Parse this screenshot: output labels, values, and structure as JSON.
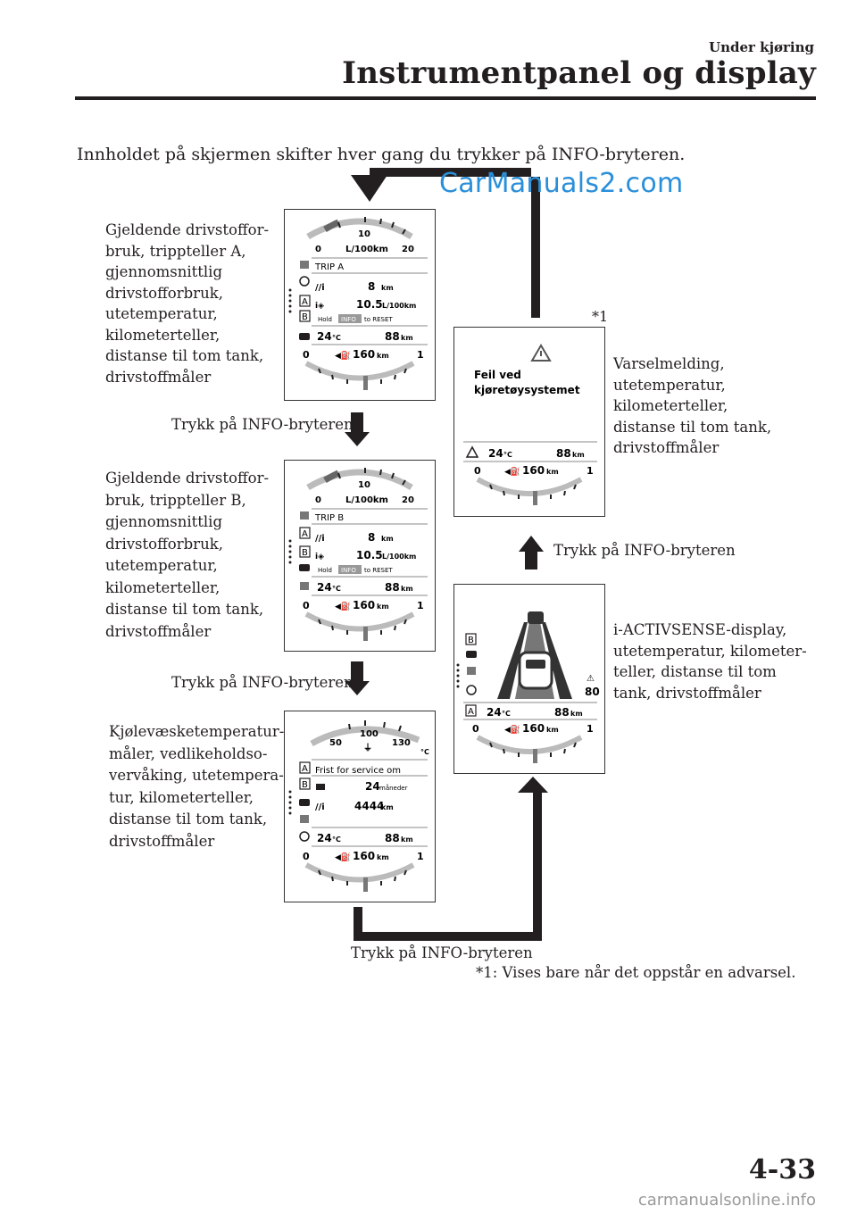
{
  "header": {
    "section": "Under kjøring",
    "title": "Instrumentpanel og display"
  },
  "intro": "Innholdet på skjermen skifter hver gang du trykker på INFO-bryteren.",
  "watermark": "CarManuals2.com",
  "descriptions": {
    "trip_a": [
      "Gjeldende drivstoffor-",
      "bruk, trippteller A,",
      "gjennomsnittlig",
      "drivstofforbruk,",
      "utetemperatur,",
      "kilometerteller,",
      "distanse til tom tank,",
      "drivstoffmåler"
    ],
    "trip_b": [
      "Gjeldende drivstoffor-",
      "bruk, trippteller B,",
      "gjennomsnittlig",
      "drivstofforbruk,",
      "utetemperatur,",
      "kilometerteller,",
      "distanse til tom tank,",
      "drivstoffmåler"
    ],
    "coolant": [
      "Kjølevæsketemperatur-",
      "måler, vedlikeholdso-",
      "vervåking, utetempera-",
      "tur, kilometerteller,",
      "distanse til tom tank,",
      "drivstoffmåler"
    ],
    "warning": [
      "Varselmelding,",
      "utetemperatur,",
      "kilometerteller,",
      "distanse til tom tank,",
      "drivstoffmåler"
    ],
    "iactivsense": [
      "i-ACTIVSENSE-display,",
      "utetemperatur, kilometer-",
      "teller, distanse til tom",
      "tank, drivstoffmåler"
    ]
  },
  "press_label": "Trykk på INFO-bryteren",
  "footnote_marker": "*1",
  "footnote": "*1: Vises bare når det oppstår en advarsel.",
  "page_number": "4-33",
  "footer_site": "carmanualsonline.info",
  "displays": {
    "gauge_low": "0",
    "gauge_mid": "10",
    "gauge_high": "20",
    "gauge_unit": "L/100km",
    "trip_a_label": "TRIP A",
    "trip_b_label": "TRIP B",
    "trip_km": "8",
    "km_unit": "km",
    "avg_value": "10.5",
    "avg_unit": "L/100km",
    "hold_text": "Hold",
    "info_text": "INFO",
    "reset_text": "to RESET",
    "outside_temp": "24",
    "temp_unit": "°C",
    "odometer": "88",
    "range": "160",
    "fuel_empty": "0",
    "fuel_full": "1",
    "warning_line1": "Feil ved",
    "warning_line2": "kjøretøysystemet",
    "coolant_low": "50",
    "coolant_mid": "100",
    "coolant_high": "130",
    "coolant_unit": "°C",
    "service_title": "Frist for service om",
    "service_months": "24",
    "months_unit": "måneder",
    "service_km": "4444",
    "speed_limit": "80",
    "tab_a": "A",
    "tab_b": "B"
  }
}
